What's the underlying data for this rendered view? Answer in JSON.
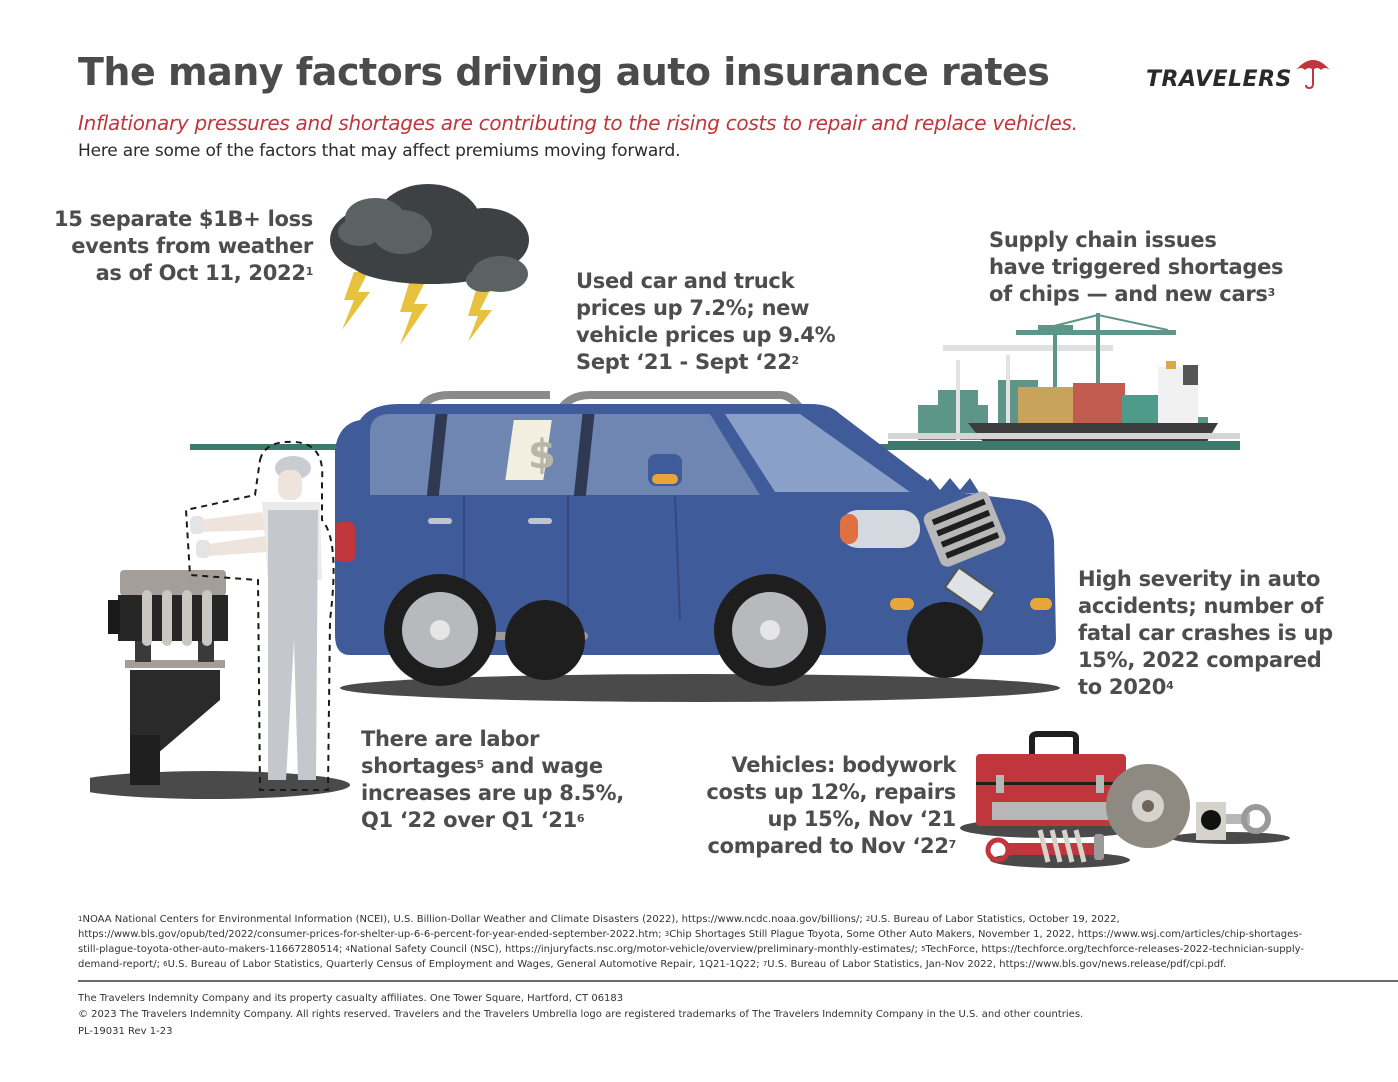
{
  "header": {
    "title": "The many factors driving auto insurance rates",
    "subtitle_highlight": "Inflationary pressures and shortages are contributing to the rising costs to repair and replace vehicles.",
    "subtitle": "Here are some of the factors that may affect premiums moving forward.",
    "logo_text": "TRAVELERS"
  },
  "facts": {
    "weather": {
      "text": "15 separate $1B+ loss events from weather as of Oct 11, 2022",
      "lines": [
        "15 separate $1B+ loss",
        "events from weather",
        "as of Oct 11, 2022"
      ],
      "footnote": "1",
      "icon": "storm-cloud-icon"
    },
    "prices": {
      "lines": [
        "Used car and truck",
        "prices up 7.2%; new",
        "vehicle prices up 9.4%",
        "Sept ‘21 - Sept ‘22"
      ],
      "footnote": "2",
      "icon": "suv-icon"
    },
    "supply": {
      "lines": [
        "Supply chain issues",
        "have triggered shortages",
        "of chips — and new cars"
      ],
      "footnote": "3",
      "icon": "cargo-ship-icon"
    },
    "accidents": {
      "lines": [
        "High severity in auto",
        "accidents; number of",
        "fatal car crashes is up",
        "15%, 2022 compared",
        "to 2020"
      ],
      "footnote": "4",
      "icon": "damaged-bumper-icon"
    },
    "labor": {
      "lines": [
        "There are labor",
        "shortages",
        " and wage",
        "increases are up 8.5%,",
        "Q1 ‘22 over Q1 ‘21"
      ],
      "footnote_a": "5",
      "footnote_b": "6",
      "icon": "mechanic-icon"
    },
    "repairs": {
      "lines": [
        "Vehicles: bodywork",
        "costs up 12%, repairs",
        "up 15%, Nov ‘21",
        "compared to Nov ‘22"
      ],
      "footnote": "7",
      "icon": "toolbox-parts-icon"
    }
  },
  "footnotes": {
    "n1": "1",
    "t1": "NOAA National Centers for Environmental Information (NCEI), U.S. Billion-Dollar Weather and Climate Disasters (2022), https://www.ncdc.noaa.gov/billions/; ",
    "n2": "2",
    "t2": "U.S. Bureau of Labor Statistics, October 19, 2022, https://www.bls.gov/opub/ted/2022/consumer-prices-for-shelter-up-6-6-percent-for-year-ended-september-2022.htm; ",
    "n3": "3",
    "t3": "Chip Shortages Still Plague Toyota, Some Other Auto Makers, November 1, 2022, https://www.wsj.com/articles/chip-shortages-still-plague-toyota-other-auto-makers-11667280514; ",
    "n4": "4",
    "t4": "National Safety Council (NSC), https://injuryfacts.nsc.org/motor-vehicle/overview/preliminary-monthly-estimates/; ",
    "n5": "5",
    "t5": "TechForce, https://techforce.org/techforce-releases-2022-technician-supply-demand-report/; ",
    "n6": "6",
    "t6": "U.S. Bureau of Labor Statistics, Quarterly Census of Employment and Wages, General Automotive Repair, 1Q21-1Q22; ",
    "n7": "7",
    "t7": "U.S. Bureau of Labor Statistics, Jan-Nov 2022, https://www.bls.gov/news.release/pdf/cpi.pdf."
  },
  "legal": {
    "address": "The Travelers Indemnity Company and its property casualty affiliates. One Tower Square, Hartford, CT 06183",
    "copyright": "© 2023 The Travelers Indemnity Company. All rights reserved. Travelers and the Travelers Umbrella logo are registered trademarks of The Travelers Indemnity Company in the U.S. and other countries.",
    "code": "PL-19031 Rev 1-23"
  },
  "colors": {
    "title": "#4b4b4b",
    "accent_red": "#c0363c",
    "car_blue": "#3f5b9a",
    "teal": "#3d7a6d",
    "storm_dark": "#3d4144",
    "lightning": "#e8c23e"
  }
}
